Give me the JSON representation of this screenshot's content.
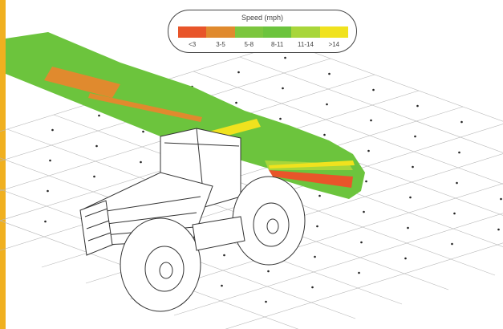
{
  "legend": {
    "title": "Speed (mph)",
    "bins": [
      {
        "label": "<3",
        "color": "#e8552a"
      },
      {
        "label": "3-5",
        "color": "#e08a2e"
      },
      {
        "label": "5-8",
        "color": "#7cc63e"
      },
      {
        "label": "8-11",
        "color": "#6cc43d"
      },
      {
        "label": "11-14",
        "color": "#a8d63a"
      },
      {
        "label": ">14",
        "color": "#f0e21e"
      }
    ]
  },
  "colors": {
    "edge_bar": "#f0b020",
    "grid": "#b8b8b8",
    "tractor_line": "#333333",
    "path_green": "#6cc43d"
  },
  "icons": {
    "tractor": "tractor-wireframe-icon"
  }
}
